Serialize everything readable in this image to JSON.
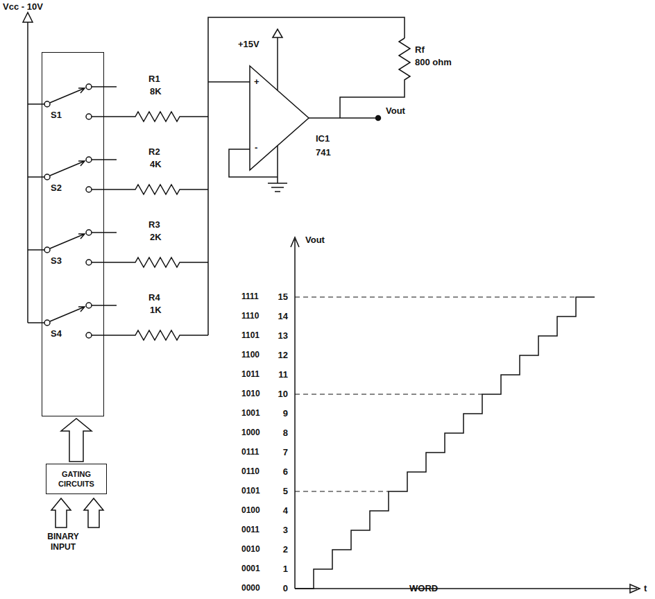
{
  "diagram": {
    "nodes": [
      {
        "text": [
          "S1",
          "S2",
          "S3",
          "S4"
        ]
      },
      {
        "text": [
          "GATING CIRCUITS"
        ]
      }
    ],
    "edges": [
      {
        "from": 1,
        "to": 0,
        "arrow": "to"
      }
    ],
    "labels": [
      "Vcc - 10V",
      "R1",
      "8K",
      "R2",
      "4K",
      "R3",
      "2K",
      "R4",
      "1K",
      "+15V",
      "Rf",
      "800 ohm",
      "Vout",
      "+",
      "-",
      "IC1",
      "741",
      "BINARY INPUT",
      "Vout",
      "t",
      "WORD",
      "1111",
      "15",
      "1110",
      "14",
      "1101",
      "13",
      "1100",
      "12",
      "1011",
      "11",
      "1010",
      "10",
      "1001",
      "9",
      "1000",
      "8",
      "0111",
      "7",
      "0110",
      "6",
      "0101",
      "5",
      "0100",
      "4",
      "0011",
      "3",
      "0010",
      "2",
      "0001",
      "1",
      "0000",
      "0"
    ]
  }
}
